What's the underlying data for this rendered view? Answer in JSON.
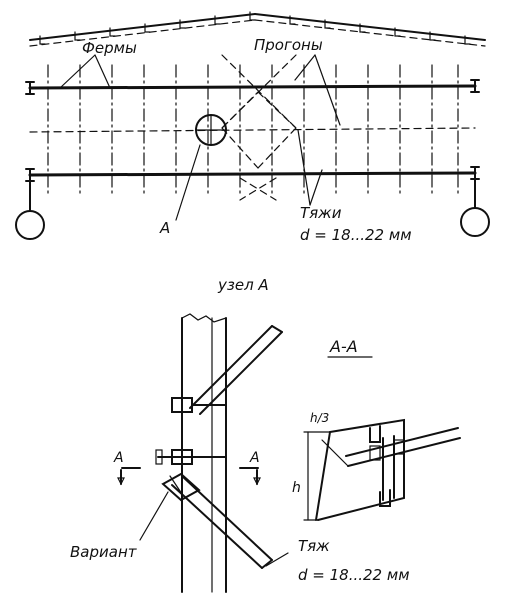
{
  "labels": {
    "trusses": "Фермы",
    "purlins": "Прогоны",
    "node_marker": "A",
    "ties": "Тяжи",
    "ties_diameter": "d = 18...22 мм",
    "node_title": "узел А",
    "section_title": "A-A",
    "section_mark_left": "A",
    "section_mark_right": "A",
    "variant": "Вариант",
    "tie": "Тяж",
    "tie_diameter": "d = 18...22 мм",
    "dim_h": "h",
    "dim_h3": "h/3"
  }
}
